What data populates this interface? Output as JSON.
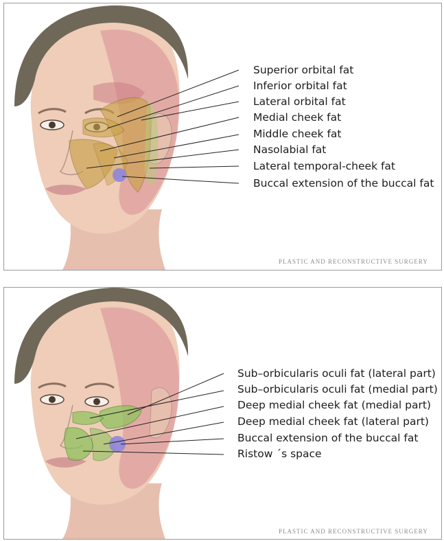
{
  "top_panel": {
    "labels": [
      "Superior orbital fat",
      "Inferior orbital fat",
      "Lateral orbital fat",
      "Medial cheek fat",
      "Middle cheek fat",
      "Nasolabial fat",
      "Lateral temporal-cheek fat",
      "Buccal extension of the buccal fat"
    ],
    "credit": "PLASTIC AND RECONSTRUCTIVE SURGERY"
  },
  "bottom_panel": {
    "labels": [
      "Sub–orbicularis oculi fat (lateral part)",
      "Sub–orbicularis oculi fat (medial part)",
      "Deep medial cheek fat (medial part)",
      "Deep medial cheek fat (lateral part)",
      "Buccal extension of the buccal fat",
      "Ristow ´s space"
    ],
    "credit": "PLASTIC AND RECONSTRUCTIVE SURGERY"
  },
  "colors": {
    "skin": "#efcdb8",
    "muscle": "#d88e96",
    "superficial_fat": "#c9a24a",
    "deep_fat": "#8fc25e",
    "buccal_fat": "#8e86dc",
    "hair": "#6f6858",
    "leader_line": "#222222"
  }
}
